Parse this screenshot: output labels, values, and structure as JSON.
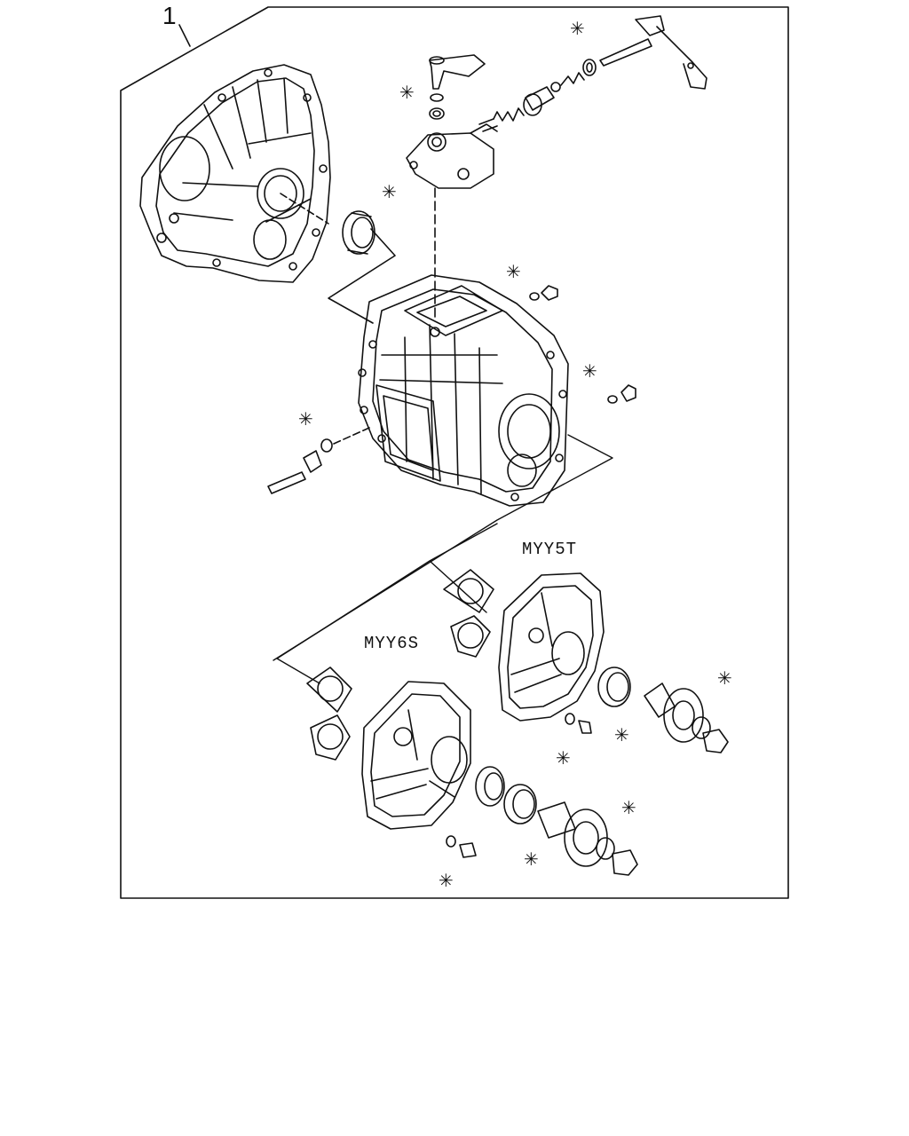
{
  "diagram": {
    "callout_number": "1",
    "variant_labels": [
      "MYY5T",
      "MYY6S"
    ],
    "kit_marker": "✳"
  }
}
